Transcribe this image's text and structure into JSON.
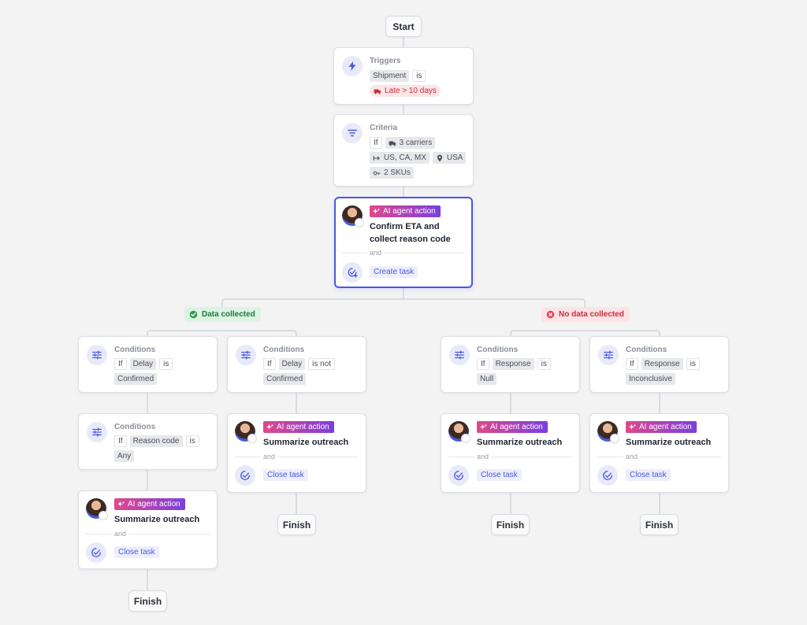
{
  "flow": {
    "start_label": "Start",
    "finish_label": "Finish",
    "trigger": {
      "title": "Triggers",
      "icon": "lightning-icon",
      "subject": "Shipment",
      "operator": "is",
      "value": "Late > 10 days"
    },
    "criteria": {
      "title": "Criteria",
      "icon": "filter-icon",
      "if_label": "If",
      "carriers": "3 carriers",
      "lanes": "US, CA, MX",
      "location": "USA",
      "skus": "2 SKUs"
    },
    "main_action": {
      "badge": "AI agent action",
      "title": "Confirm ETA and collect reason code",
      "and_label": "and",
      "task": "Create task"
    },
    "branches": {
      "collected": "Data collected",
      "not_collected": "No data collected"
    },
    "conditions": [
      {
        "title": "Conditions",
        "if_label": "If",
        "field": "Delay",
        "operator": "is",
        "value": "Confirmed"
      },
      {
        "title": "Conditions",
        "if_label": "If",
        "field": "Delay",
        "operator": "is not",
        "value": "Confirmed"
      },
      {
        "title": "Conditions",
        "if_label": "If",
        "field": "Response",
        "operator": "is",
        "value": "Null"
      },
      {
        "title": "Conditions",
        "if_label": "If",
        "field": "Response",
        "operator": "is",
        "value": "Inconclusive"
      },
      {
        "title": "Conditions",
        "if_label": "If",
        "field": "Reason code",
        "operator": "is",
        "value": "Any"
      }
    ],
    "summary_actions": [
      {
        "badge": "AI agent action",
        "title": "Summarize outreach",
        "and_label": "and",
        "task": "Close task"
      },
      {
        "badge": "AI agent action",
        "title": "Summarize outreach",
        "and_label": "and",
        "task": "Close task"
      },
      {
        "badge": "AI agent action",
        "title": "Summarize outreach",
        "and_label": "and",
        "task": "Close task"
      },
      {
        "badge": "AI agent action",
        "title": "Summarize outreach",
        "and_label": "and",
        "task": "Close task"
      }
    ]
  },
  "colors": {
    "accent": "#4a58e0",
    "ai_badge_start": "#e0488b",
    "ai_badge_end": "#7a3fe0",
    "success": "#1f7a3d",
    "danger": "#c4303b"
  }
}
